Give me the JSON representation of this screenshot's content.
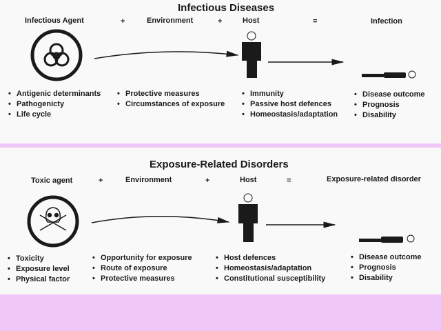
{
  "panels": [
    {
      "title": "Infectious Diseases",
      "headers": {
        "agent": "Infectious Agent",
        "environment": "Environment",
        "host": "Host",
        "outcome": "Infection"
      },
      "operators": {
        "plus1": "+",
        "plus2": "+",
        "equals": "="
      },
      "agent_icon": "biohazard-icon",
      "lists": {
        "agent": [
          "Antigenic determinants",
          "Pathogenicty",
          "Life cycle"
        ],
        "environment": [
          "Protective measures",
          "Circumstances of exposure"
        ],
        "host": [
          "Immunity",
          "Passive host defences",
          "Homeostasis/adaptation"
        ],
        "outcome": [
          "Disease outcome",
          "Prognosis",
          "Disability"
        ]
      }
    },
    {
      "title": "Exposure-Related Disorders",
      "headers": {
        "agent": "Toxic agent",
        "environment": "Environment",
        "host": "Host",
        "outcome": "Exposure-related disorder"
      },
      "operators": {
        "plus1": "+",
        "plus2": "+",
        "equals": "="
      },
      "agent_icon": "skull-crossbones-icon",
      "lists": {
        "agent": [
          "Toxicity",
          "Exposure level",
          "Physical factor"
        ],
        "environment": [
          "Opportunity for exposure",
          "Route of exposure",
          "Protective measures"
        ],
        "host": [
          "Host defences",
          "Homeostasis/adaptation",
          "Constitutional susceptibility"
        ],
        "outcome": [
          "Disease outcome",
          "Prognosis",
          "Disability"
        ]
      }
    }
  ],
  "colors": {
    "band": "#f0c8f8",
    "background": "#f9f9f9",
    "ink": "#1a1a1a"
  }
}
